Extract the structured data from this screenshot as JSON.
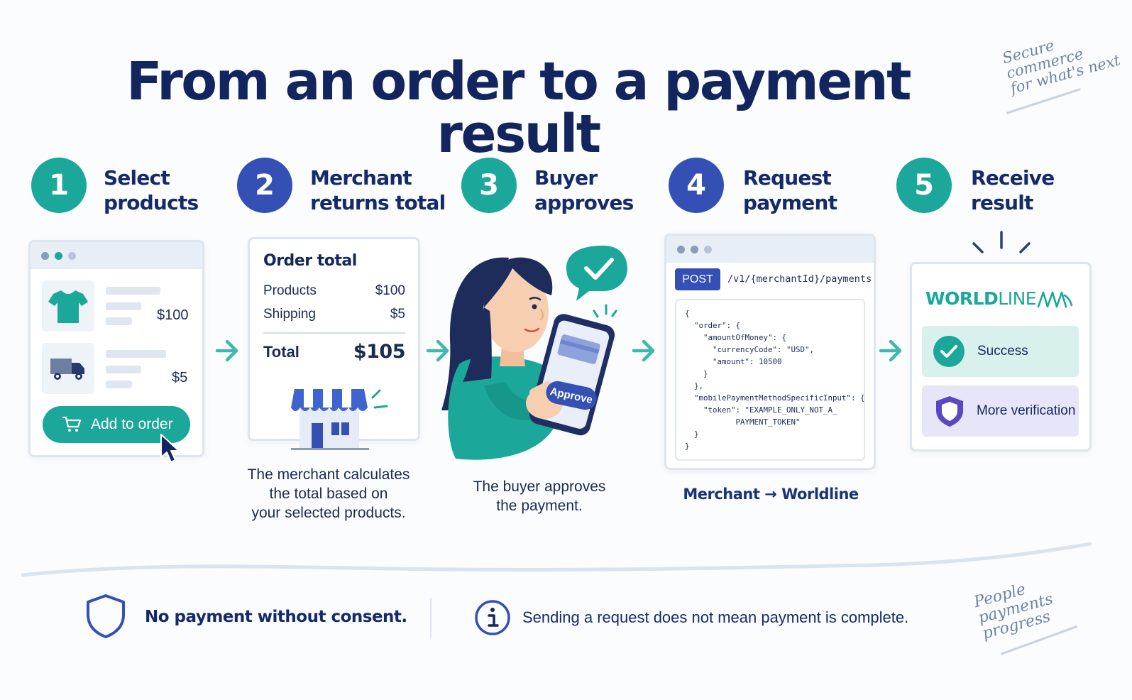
{
  "title": "From an order to a payment result",
  "tagline": [
    "Secure",
    "commerce",
    "for what's next"
  ],
  "bottom_tagline": [
    "People",
    "payments",
    "progress"
  ],
  "steps": [
    {
      "num": "1",
      "line1": "Select",
      "line2": "products"
    },
    {
      "num": "2",
      "line1": "Merchant",
      "line2": "returns total"
    },
    {
      "num": "3",
      "line1": "Buyer",
      "line2": "approves"
    },
    {
      "num": "4",
      "line1": "Request",
      "line2": "payment"
    },
    {
      "num": "5",
      "line1": "Receive",
      "line2": "result"
    }
  ],
  "panel1": {
    "product_price": "$100",
    "shipping_price": "$5",
    "add_button": "Add to order"
  },
  "panel2": {
    "heading": "Order total",
    "rows": [
      {
        "label": "Products",
        "value": "$100"
      },
      {
        "label": "Shipping",
        "value": "$5"
      }
    ],
    "total_label": "Total",
    "total_value": "$105",
    "caption": [
      "The merchant calculates",
      "the total based on",
      "your selected products."
    ]
  },
  "panel3": {
    "approve_button": "Approve",
    "caption": [
      "The buyer approves",
      "the payment."
    ]
  },
  "panel4": {
    "method": "POST",
    "endpoint": "/v1/{merchantId}/payments",
    "code_lines": [
      "{",
      "  \"order\": {",
      "    \"amountOfMoney\": {",
      "      \"currencyCode\": \"USD\",",
      "      \"amount\": 10500",
      "    }",
      "  },",
      "  \"mobilePaymentMethodSpecificInput\": {",
      "    \"token\": \"EXAMPLE_ONLY_NOT_A_",
      "           PAYMENT_TOKEN\"",
      "  }",
      "}"
    ],
    "flow_label": "Merchant → Worldline"
  },
  "panel5": {
    "brand_bold": "WORLD",
    "brand_light": "LINE",
    "success": "Success",
    "verify": "More verification"
  },
  "notes": {
    "consent": "No payment without consent.",
    "info": "Sending a request does not mean payment is complete."
  },
  "colors": {
    "navy": "#13265f",
    "teal": "#1ba79a",
    "blue": "#3450b5",
    "purple": "#5a48c2"
  }
}
